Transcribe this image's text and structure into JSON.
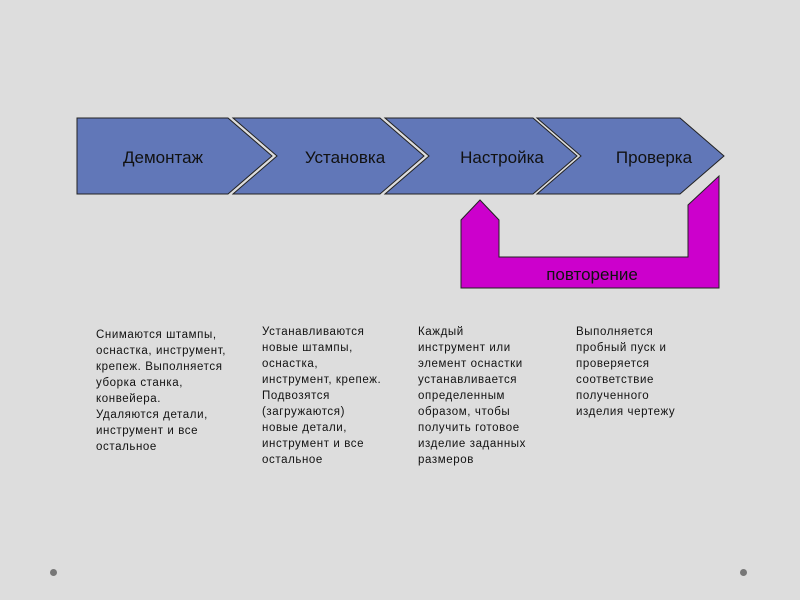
{
  "steps": [
    {
      "label": "Демонтаж",
      "description": "Снимаются штампы,\nоснастка, инструмент,\nкрепеж. Выполняется\nуборка станка,\nконвейера.\nУдаляются детали,\nинструмент и все\nостальное"
    },
    {
      "label": "Установка",
      "description": "Устанавливаются\nновые  штампы,\nоснастка,\nинструмент, крепеж.\nПодвозятся\n(загружаются)\nновые детали,\nинструмент и все\nостальное"
    },
    {
      "label": "Настройка",
      "description": "Каждый\nинструмент или\nэлемент оснастки\nустанавливается\nопределенным\nобразом, чтобы\nполучить готовое\nизделие заданных\nразмеров"
    },
    {
      "label": "Проверка",
      "description": "Выполняется\nпробный пуск и\nпроверяется\nсоответствие\nполученного\nизделия чертежу"
    }
  ],
  "loop": {
    "label": "повторение"
  },
  "colors": {
    "step_fill": "#6177b8",
    "loop_fill": "#cc00cc",
    "background": "#dddddd"
  }
}
